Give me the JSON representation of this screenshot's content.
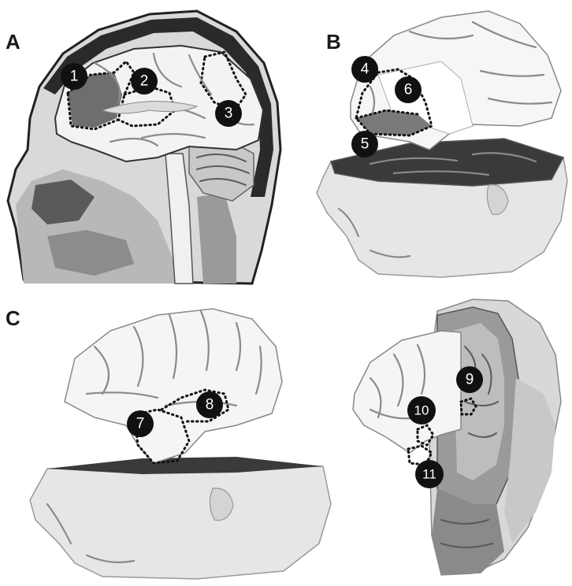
{
  "figure": {
    "panels": [
      {
        "key": "A",
        "label": "A"
      },
      {
        "key": "B",
        "label": "B"
      },
      {
        "key": "C",
        "label": "C"
      }
    ],
    "regions": [
      {
        "key": "r1",
        "label": "1"
      },
      {
        "key": "r2",
        "label": "2"
      },
      {
        "key": "r3",
        "label": "3"
      },
      {
        "key": "r4",
        "label": "4"
      },
      {
        "key": "r5",
        "label": "5"
      },
      {
        "key": "r6",
        "label": "6"
      },
      {
        "key": "r7",
        "label": "7"
      },
      {
        "key": "r8",
        "label": "8"
      },
      {
        "key": "r9",
        "label": "9"
      },
      {
        "key": "r10",
        "label": "10"
      },
      {
        "key": "r11",
        "label": "11"
      }
    ]
  },
  "colors": {
    "marker": "#111111",
    "marker_text": "#ffffff",
    "brain_surface": "#f2f2f2",
    "head_surface": "#e6e6e6",
    "highlight_region": "#6e6e6e"
  }
}
